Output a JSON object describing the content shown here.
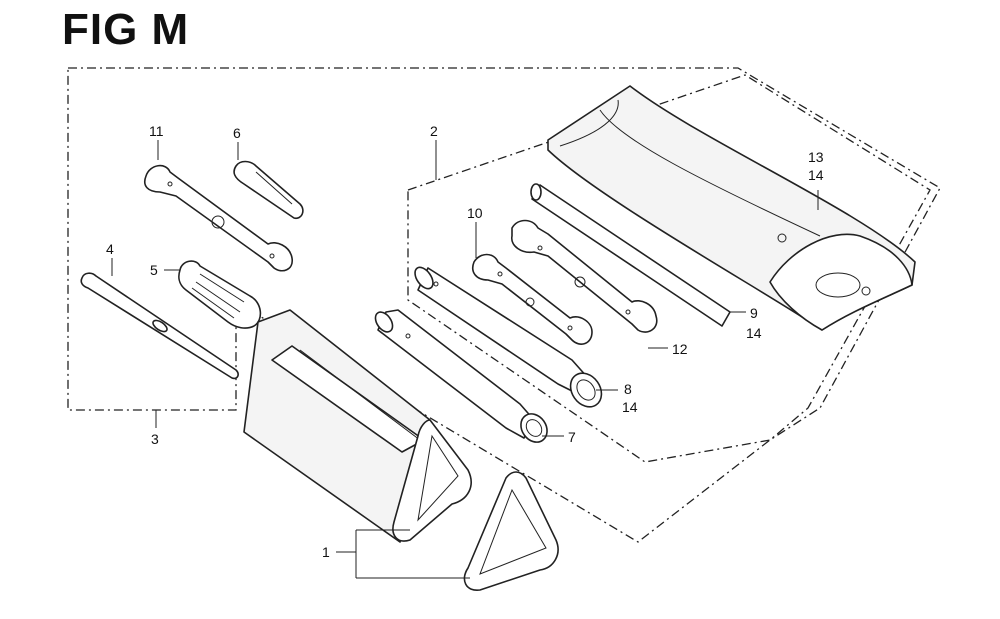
{
  "title": "FIG M",
  "callouts": {
    "c1": "1",
    "c2": "2",
    "c3": "3",
    "c4": "4",
    "c5": "5",
    "c6": "6",
    "c7": "7",
    "c8": "8",
    "c8b": "14",
    "c9": "9",
    "c9b": "14",
    "c10": "10",
    "c11": "11",
    "c12": "12",
    "c13": "13",
    "c13b": "14"
  }
}
